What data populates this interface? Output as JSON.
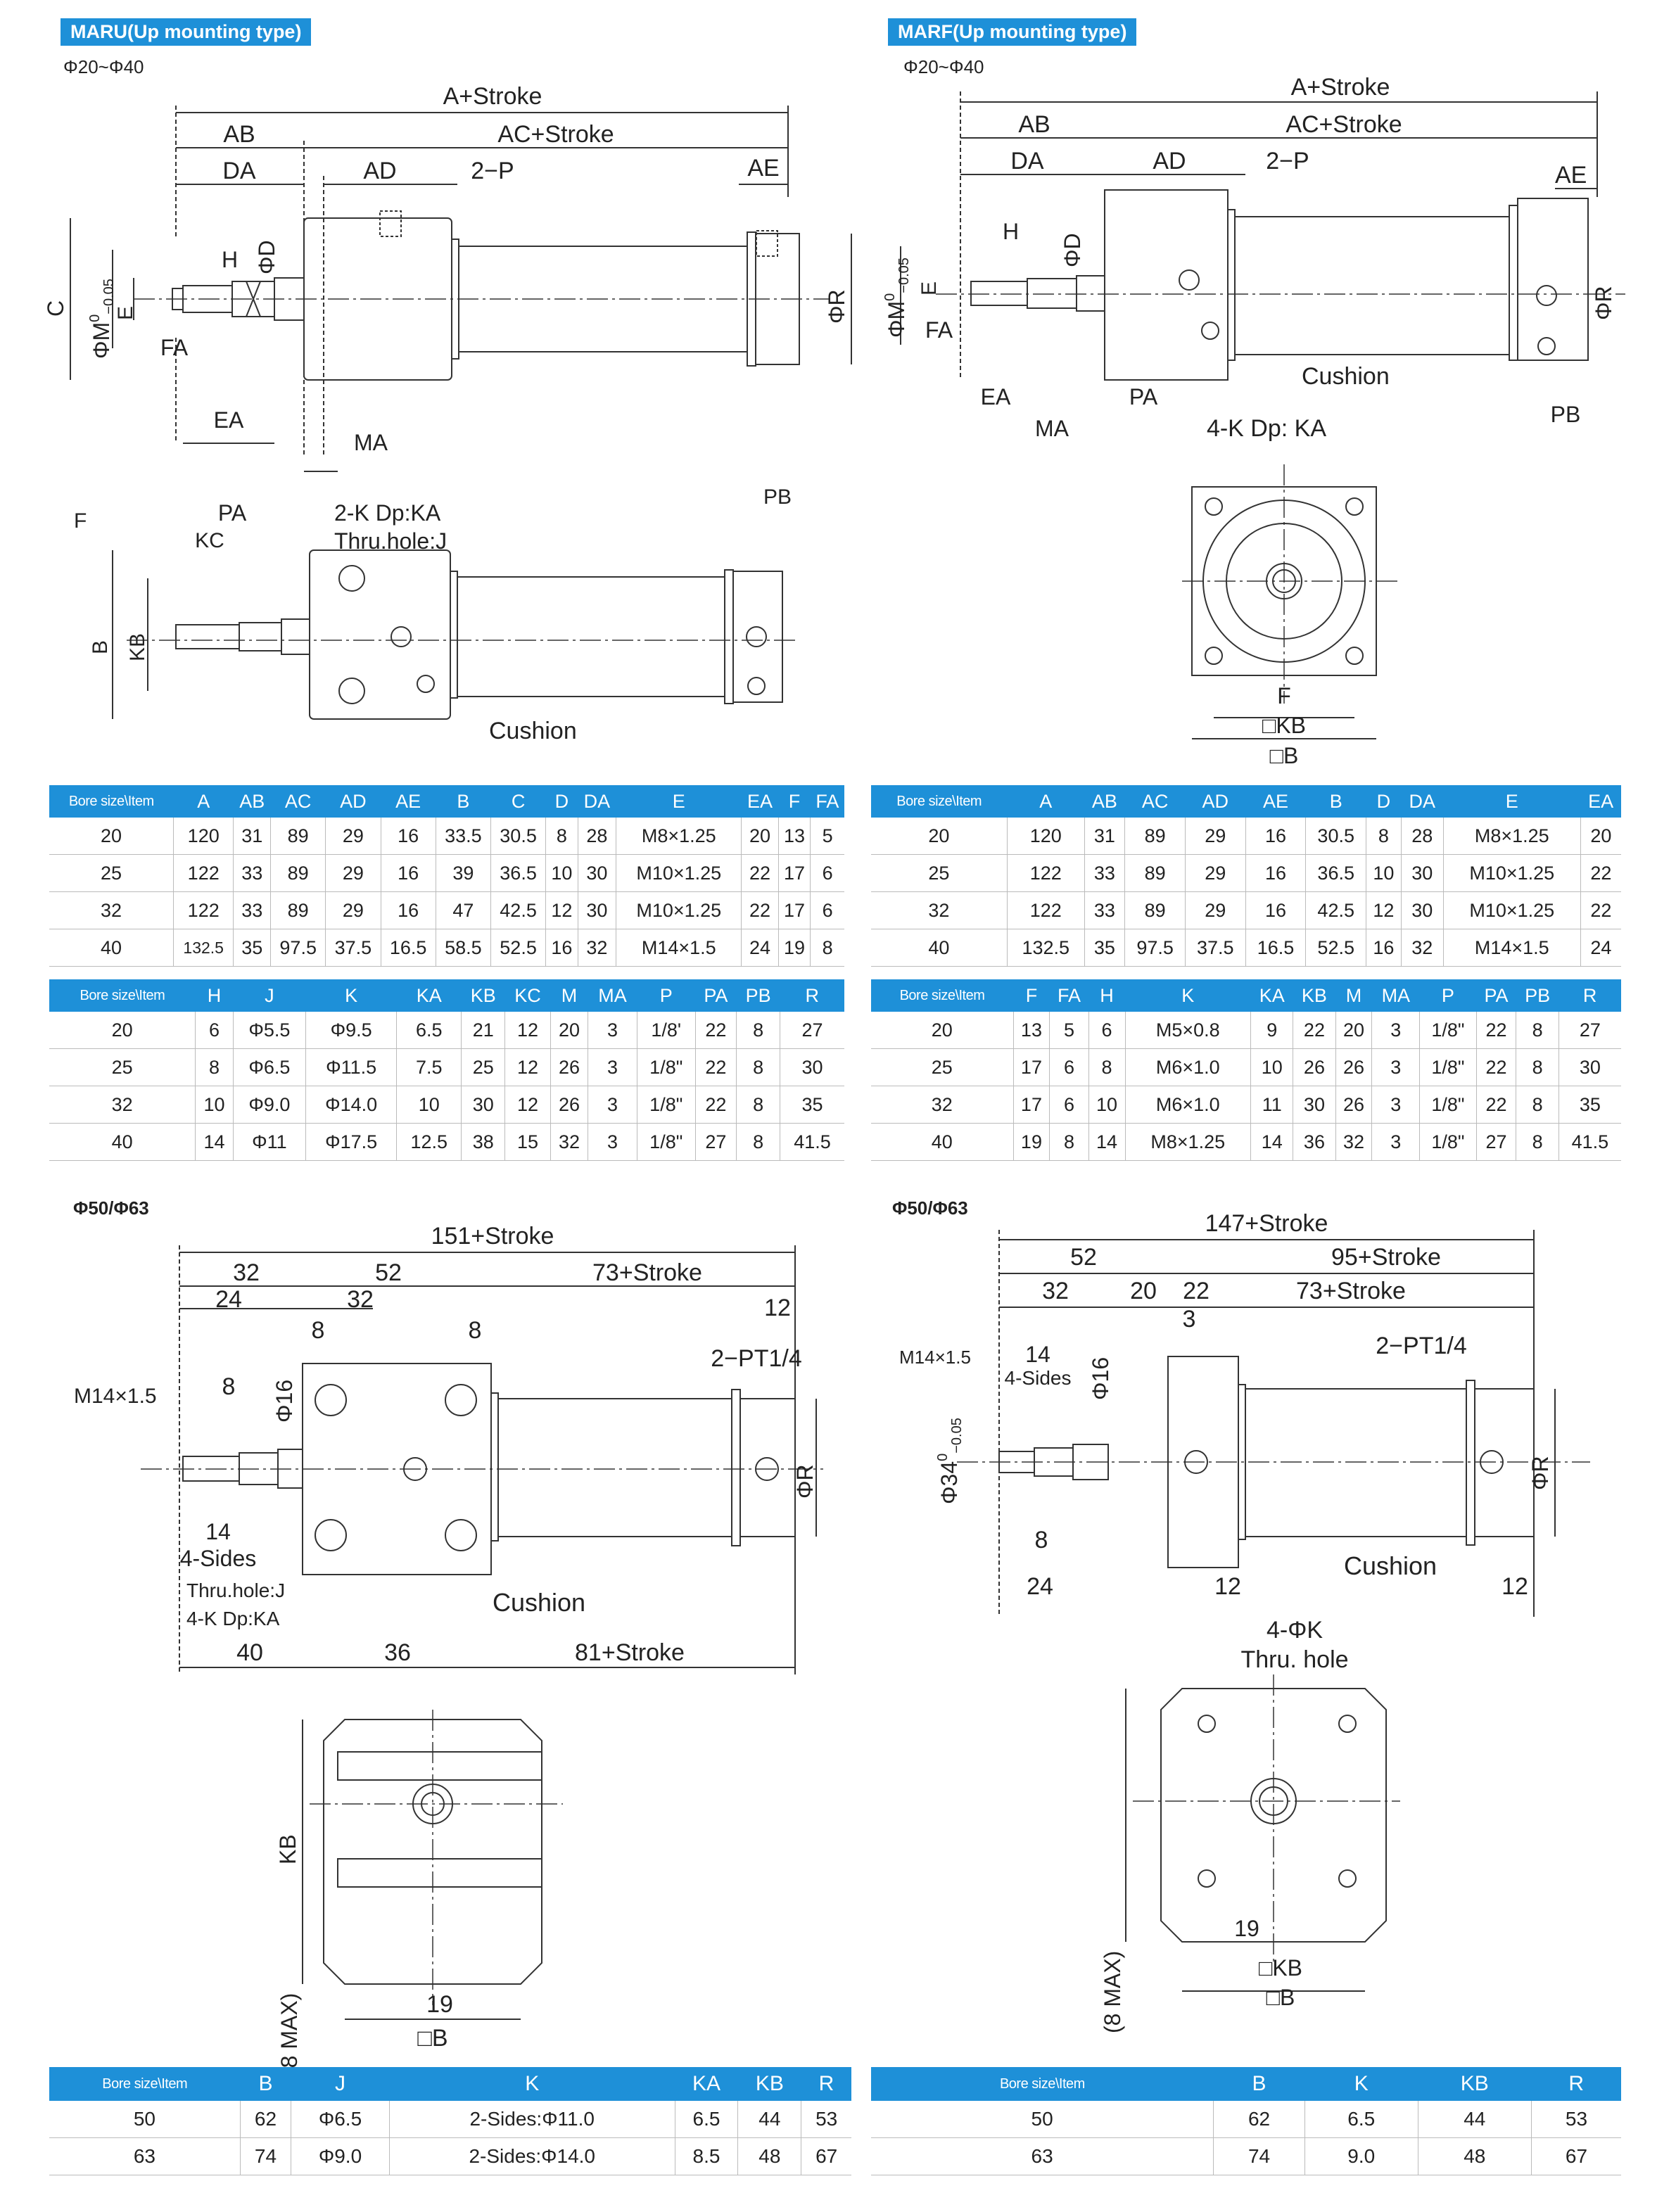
{
  "sections": {
    "maru_title": "MARU(Up mounting type)",
    "marf_title": "MARF(Up mounting type)",
    "small_bore": "Φ20~Φ40",
    "large_bore": "Φ50/Φ63"
  },
  "labels": {
    "a_stroke": "A+Stroke",
    "ab": "AB",
    "ac_stroke": "AC+Stroke",
    "da": "DA",
    "ad": "AD",
    "two_p": "2−P",
    "ae": "AE",
    "h": "H",
    "phi_d": "ΦD",
    "c": "C",
    "phi_m": "ΦM",
    "tol": "−0.05",
    "tol_zero": "0",
    "e": "E",
    "fa": "FA",
    "phi_r": "ΦR",
    "ea": "EA",
    "ma": "MA",
    "pa": "PA",
    "pb": "PB",
    "kc": "KC",
    "f": "F",
    "b": "B",
    "kb": "KB",
    "sq_kb": "□KB",
    "sq_b": "□B",
    "cushion": "Cushion",
    "two_k_dp": "2-K Dp:KA",
    "thru_hole_j": "Thru.hole:J",
    "four_k_dp_marf": "4-K Dp: KA",
    "d151": "151+Stroke",
    "d32": "32",
    "d52": "52",
    "d73": "73+Stroke",
    "d24": "24",
    "d8": "8",
    "d12": "12",
    "two_pt": "2−PT1/4",
    "m14": "M14×1.5",
    "phi16": "Φ16",
    "d14": "14",
    "four_sides": "4-Sides",
    "thru_hole_j2": "Thru.hole:J",
    "four_k_dp2": "4-K Dp:KA",
    "d40": "40",
    "d36": "36",
    "d81": "81+Stroke",
    "max8": "(8 MAX)",
    "d19": "19",
    "d147": "147+Stroke",
    "d95": "95+Stroke",
    "d20": "20",
    "d22": "22",
    "d3": "3",
    "phi34": "Φ34",
    "four_phik": "4-ΦK",
    "thru_hole": "Thru. hole"
  },
  "table_maru1": {
    "headers": [
      "Bore size\\Item",
      "A",
      "AB",
      "AC",
      "AD",
      "AE",
      "B",
      "C",
      "D",
      "DA",
      "E",
      "EA",
      "F",
      "FA"
    ],
    "rows": [
      [
        "20",
        "120",
        "31",
        "89",
        "29",
        "16",
        "33.5",
        "30.5",
        "8",
        "28",
        "M8×1.25",
        "20",
        "13",
        "5"
      ],
      [
        "25",
        "122",
        "33",
        "89",
        "29",
        "16",
        "39",
        "36.5",
        "10",
        "30",
        "M10×1.25",
        "22",
        "17",
        "6"
      ],
      [
        "32",
        "122",
        "33",
        "89",
        "29",
        "16",
        "47",
        "42.5",
        "12",
        "30",
        "M10×1.25",
        "22",
        "17",
        "6"
      ],
      [
        "40",
        "132.5",
        "35",
        "97.5",
        "37.5",
        "16.5",
        "58.5",
        "52.5",
        "16",
        "32",
        "M14×1.5",
        "24",
        "19",
        "8"
      ]
    ]
  },
  "table_maru2": {
    "headers": [
      "Bore size\\Item",
      "H",
      "J",
      "K",
      "KA",
      "KB",
      "KC",
      "M",
      "MA",
      "P",
      "PA",
      "PB",
      "R"
    ],
    "rows": [
      [
        "20",
        "6",
        "Φ5.5",
        "Φ9.5",
        "6.5",
        "21",
        "12",
        "20",
        "3",
        "1/8'",
        "22",
        "8",
        "27"
      ],
      [
        "25",
        "8",
        "Φ6.5",
        "Φ11.5",
        "7.5",
        "25",
        "12",
        "26",
        "3",
        "1/8\"",
        "22",
        "8",
        "30"
      ],
      [
        "32",
        "10",
        "Φ9.0",
        "Φ14.0",
        "10",
        "30",
        "12",
        "26",
        "3",
        "1/8\"",
        "22",
        "8",
        "35"
      ],
      [
        "40",
        "14",
        "Φ11",
        "Φ17.5",
        "12.5",
        "38",
        "15",
        "32",
        "3",
        "1/8\"",
        "27",
        "8",
        "41.5"
      ]
    ]
  },
  "table_marf1": {
    "headers": [
      "Bore size\\Item",
      "A",
      "AB",
      "AC",
      "AD",
      "AE",
      "B",
      "D",
      "DA",
      "E",
      "EA"
    ],
    "rows": [
      [
        "20",
        "120",
        "31",
        "89",
        "29",
        "16",
        "30.5",
        "8",
        "28",
        "M8×1.25",
        "20"
      ],
      [
        "25",
        "122",
        "33",
        "89",
        "29",
        "16",
        "36.5",
        "10",
        "30",
        "M10×1.25",
        "22"
      ],
      [
        "32",
        "122",
        "33",
        "89",
        "29",
        "16",
        "42.5",
        "12",
        "30",
        "M10×1.25",
        "22"
      ],
      [
        "40",
        "132.5",
        "35",
        "97.5",
        "37.5",
        "16.5",
        "52.5",
        "16",
        "32",
        "M14×1.5",
        "24"
      ]
    ]
  },
  "table_marf2": {
    "headers": [
      "Bore size\\Item",
      "F",
      "FA",
      "H",
      "K",
      "KA",
      "KB",
      "M",
      "MA",
      "P",
      "PA",
      "PB",
      "R"
    ],
    "rows": [
      [
        "20",
        "13",
        "5",
        "6",
        "M5×0.8",
        "9",
        "22",
        "20",
        "3",
        "1/8\"",
        "22",
        "8",
        "27"
      ],
      [
        "25",
        "17",
        "6",
        "8",
        "M6×1.0",
        "10",
        "26",
        "26",
        "3",
        "1/8\"",
        "22",
        "8",
        "30"
      ],
      [
        "32",
        "17",
        "6",
        "10",
        "M6×1.0",
        "11",
        "30",
        "26",
        "3",
        "1/8\"",
        "22",
        "8",
        "35"
      ],
      [
        "40",
        "19",
        "8",
        "14",
        "M8×1.25",
        "14",
        "36",
        "32",
        "3",
        "1/8\"",
        "27",
        "8",
        "41.5"
      ]
    ]
  },
  "table_maru3": {
    "headers": [
      "Bore size\\Item",
      "B",
      "J",
      "K",
      "KA",
      "KB",
      "R"
    ],
    "rows": [
      [
        "50",
        "62",
        "Φ6.5",
        "2-Sides:Φ11.0",
        "6.5",
        "44",
        "53"
      ],
      [
        "63",
        "74",
        "Φ9.0",
        "2-Sides:Φ14.0",
        "8.5",
        "48",
        "67"
      ]
    ]
  },
  "table_marf3": {
    "headers": [
      "Bore size\\Item",
      "B",
      "K",
      "KB",
      "R"
    ],
    "rows": [
      [
        "50",
        "62",
        "6.5",
        "44",
        "53"
      ],
      [
        "63",
        "74",
        "9.0",
        "48",
        "67"
      ]
    ]
  }
}
